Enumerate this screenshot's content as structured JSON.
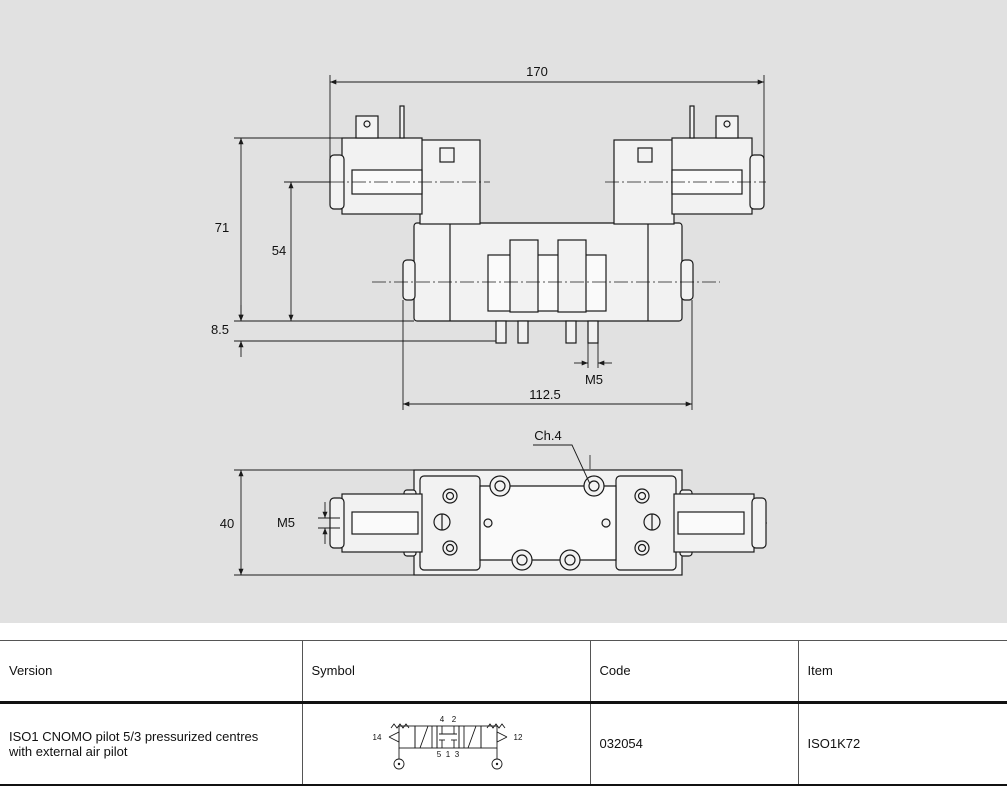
{
  "drawing": {
    "dimensions": {
      "overall_width": "170",
      "height_71": "71",
      "height_54": "54",
      "height_8_5": "8.5",
      "port_thread": "M5",
      "base_width": "112.5",
      "chamfer": "Ch.4",
      "depth_40": "40",
      "pilot_thread": "M5"
    },
    "symbol_labels": {
      "port_4": "4",
      "port_2": "2",
      "port_5": "5",
      "port_1": "1",
      "port_3": "3",
      "pilot_14": "14",
      "pilot_12": "12"
    }
  },
  "table": {
    "headers": {
      "version": "Version",
      "symbol": "Symbol",
      "code": "Code",
      "item": "Item"
    },
    "rows": [
      {
        "version_line1": "ISO1 CNOMO pilot 5/3 pressurized centres",
        "version_line2": "with external air pilot",
        "code": "032054",
        "item": "ISO1K72"
      }
    ]
  },
  "colors": {
    "drawing_background": "#e1e1e1",
    "line": "#1a1a1a",
    "body_fill": "#f2f2f2"
  }
}
